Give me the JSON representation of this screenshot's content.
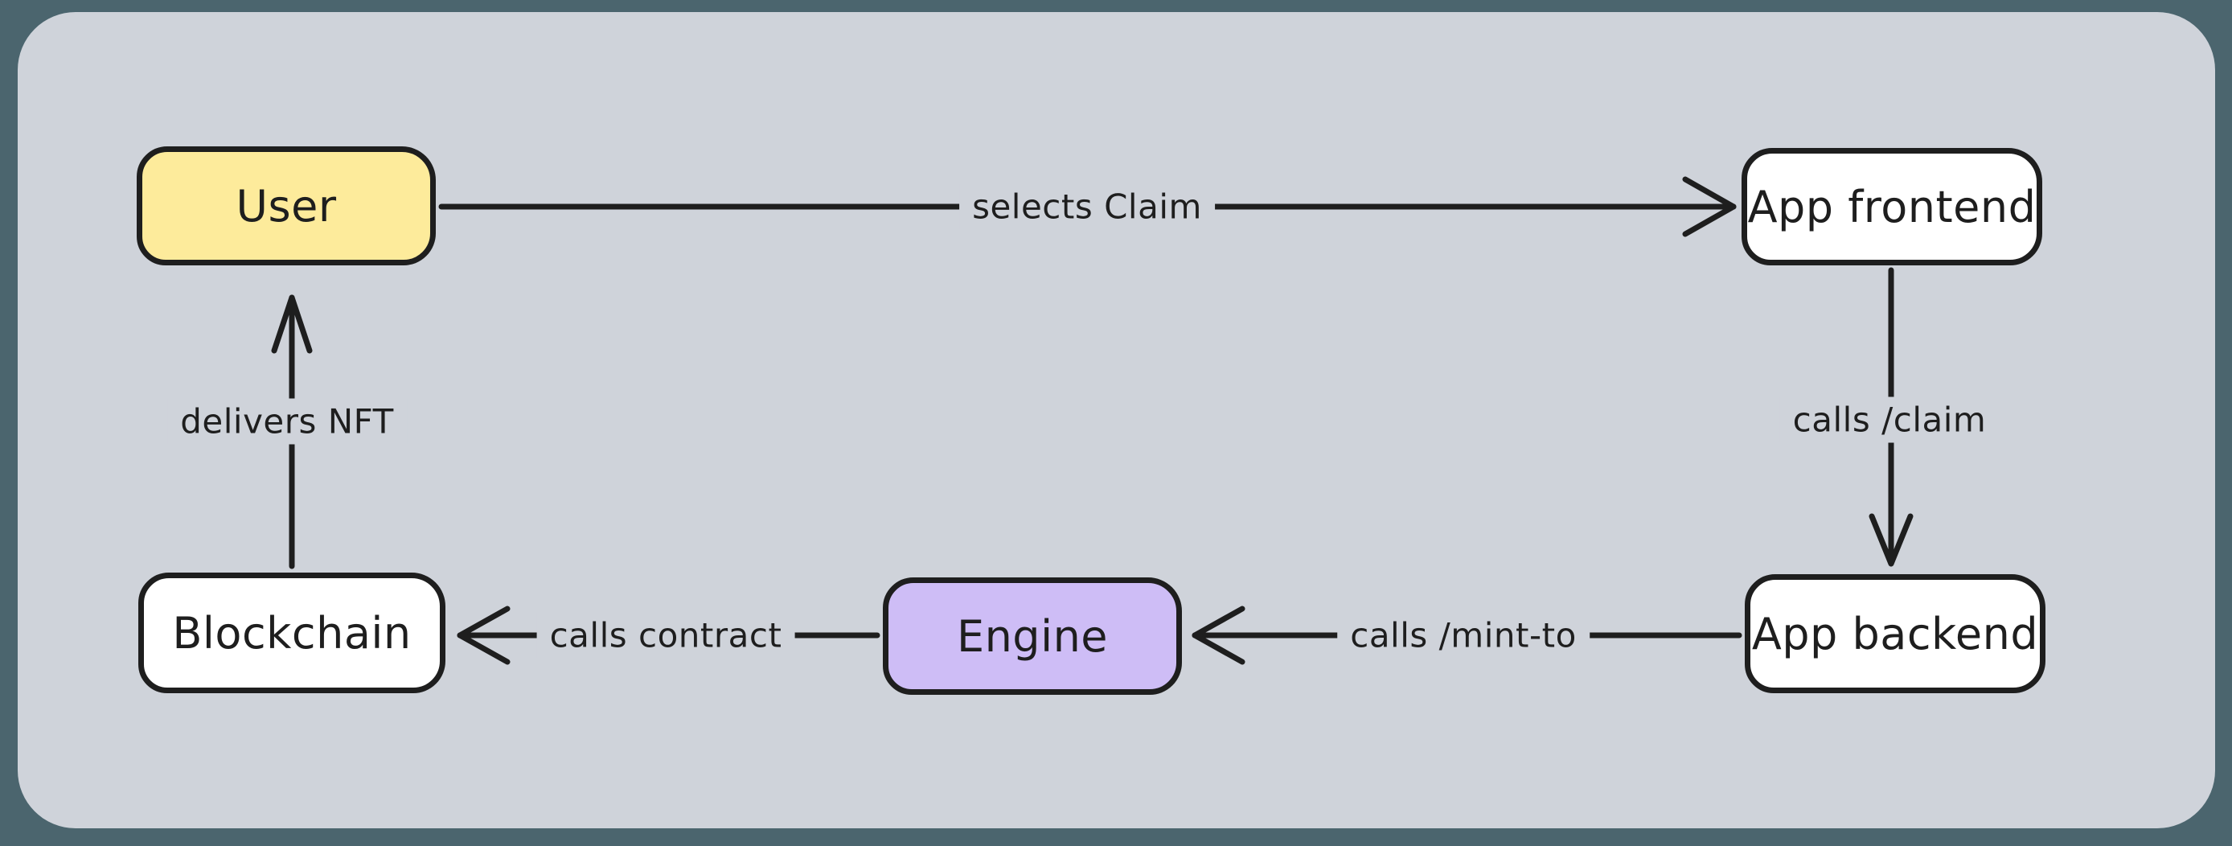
{
  "diagram": {
    "colors": {
      "frame": "#4b656e",
      "canvas": "#cfd3da",
      "stroke": "#1e1e1e",
      "node_yellow_fill": "#fdeb9b",
      "node_purple_fill": "#cebdf6",
      "node_white_fill": "#ffffff"
    },
    "nodes": [
      {
        "id": "user",
        "label": "User",
        "fill": "#fdeb9b"
      },
      {
        "id": "app-frontend",
        "label": "App frontend",
        "fill": "#ffffff"
      },
      {
        "id": "app-backend",
        "label": "App backend",
        "fill": "#ffffff"
      },
      {
        "id": "engine",
        "label": "Engine",
        "fill": "#cebdf6"
      },
      {
        "id": "blockchain",
        "label": "Blockchain",
        "fill": "#ffffff"
      }
    ],
    "edges": [
      {
        "from": "user",
        "to": "app-frontend",
        "label": "selects Claim",
        "direction": "right"
      },
      {
        "from": "app-frontend",
        "to": "app-backend",
        "label": "calls /claim",
        "direction": "down"
      },
      {
        "from": "app-backend",
        "to": "engine",
        "label": "calls /mint-to",
        "direction": "left"
      },
      {
        "from": "engine",
        "to": "blockchain",
        "label": "calls contract",
        "direction": "left"
      },
      {
        "from": "blockchain",
        "to": "user",
        "label": "delivers NFT",
        "direction": "up"
      }
    ]
  }
}
